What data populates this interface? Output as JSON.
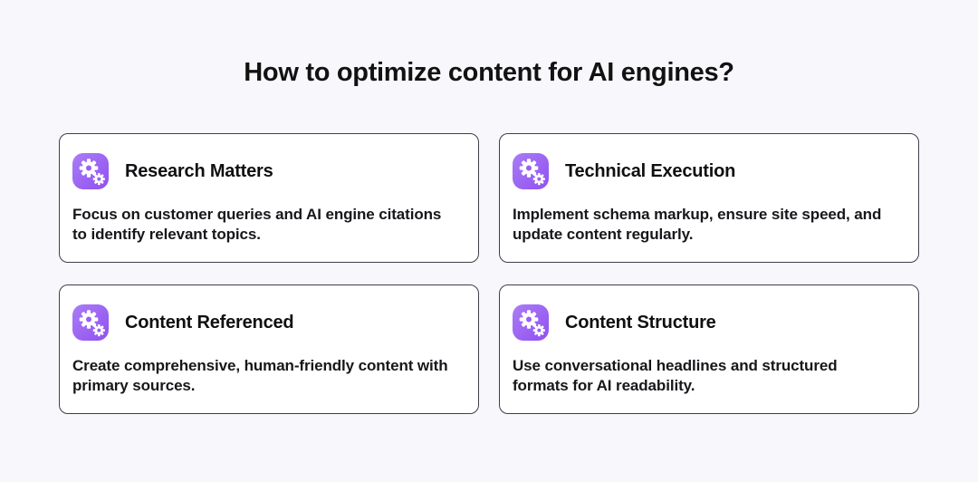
{
  "page": {
    "title": "How to optimize content for AI engines?",
    "background_color": "#f8f8fc"
  },
  "colors": {
    "icon_purple_light": "#a97df6",
    "icon_purple_dark": "#9150f0",
    "icon_glyph": "#ffffff",
    "card_border": "#3d4049",
    "card_background": "#ffffff",
    "text_dark": "#121212"
  },
  "icons": {
    "card_icon_name": "gears-icon"
  },
  "cards": [
    {
      "title": "Research Matters",
      "description": "Focus on customer queries and AI engine citations to identify relevant topics."
    },
    {
      "title": "Technical Execution",
      "description": "Implement schema markup, ensure site speed, and update content regularly."
    },
    {
      "title": "Content Referenced",
      "description": "Create comprehensive, human-friendly content with primary sources."
    },
    {
      "title": "Content Structure",
      "description": "Use conversational headlines and structured formats for AI readability."
    }
  ]
}
